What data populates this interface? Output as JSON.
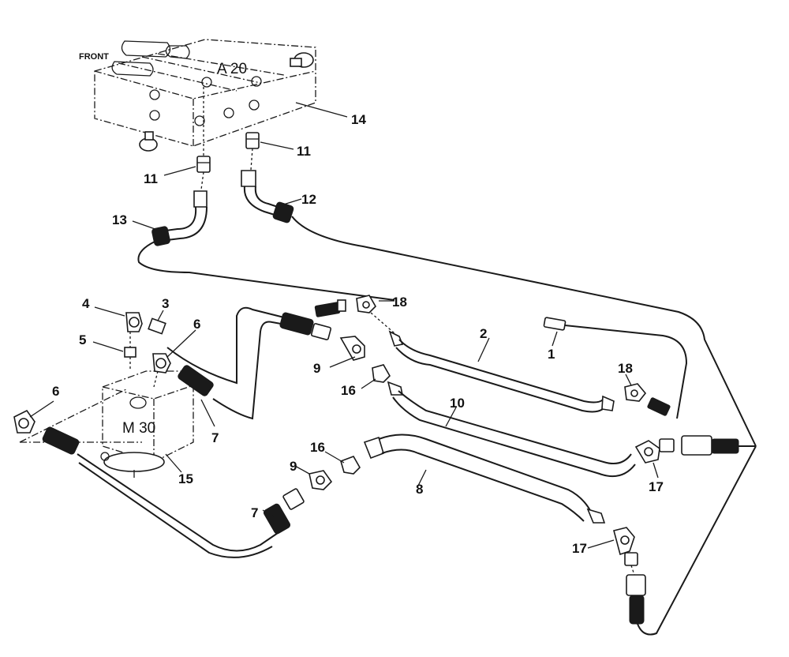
{
  "diagram": {
    "front_label": "FRONT",
    "valve_label": "A 20",
    "motor_label": "M 30",
    "callouts": [
      "1",
      "2",
      "3",
      "4",
      "5",
      "6",
      "6",
      "7",
      "7",
      "8",
      "9",
      "9",
      "10",
      "11",
      "11",
      "12",
      "13",
      "14",
      "15",
      "16",
      "16",
      "17",
      "17",
      "18",
      "18"
    ]
  }
}
